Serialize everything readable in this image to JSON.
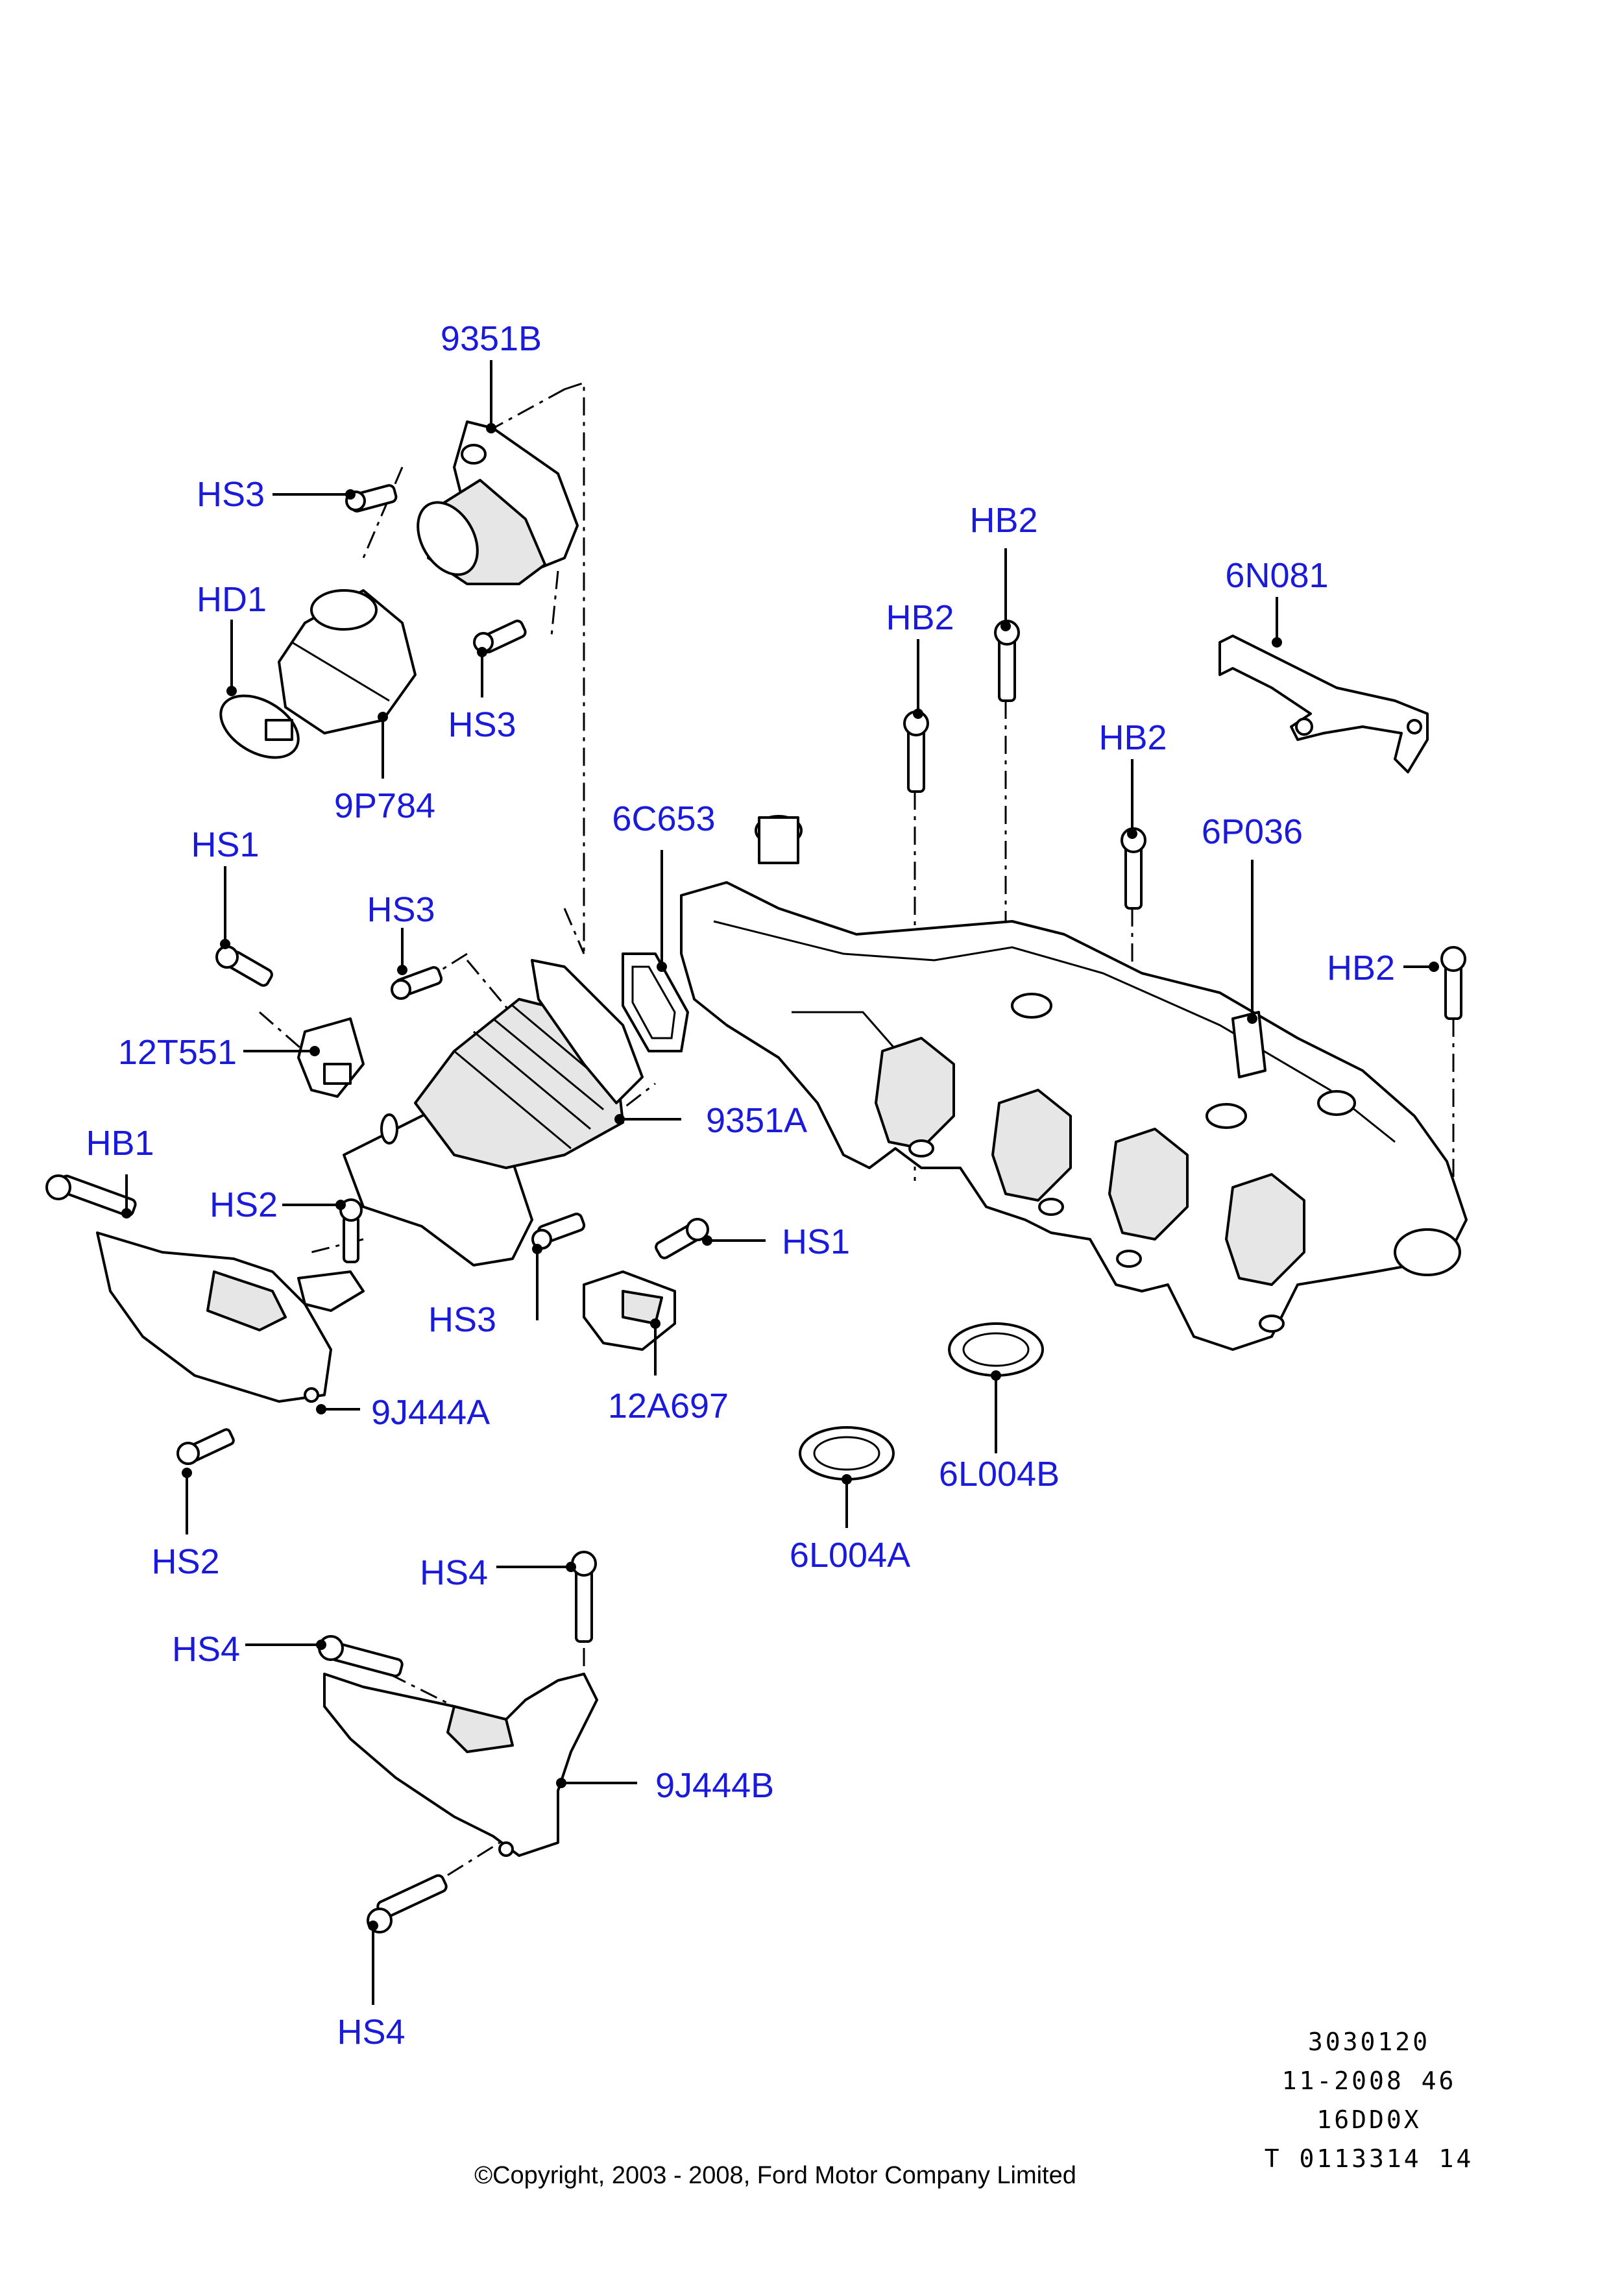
{
  "colors": {
    "callout": "#1a1adb",
    "line": "#000000",
    "background": "#ffffff"
  },
  "labels": {
    "l_9351B": "9351B",
    "l_HS3_a": "HS3",
    "l_HD1": "HD1",
    "l_HS3_b": "HS3",
    "l_9P784": "9P784",
    "l_HB2_a": "HB2",
    "l_HB2_b": "HB2",
    "l_6N081": "6N081",
    "l_HB2_c": "HB2",
    "l_6C653": "6C653",
    "l_6P036": "6P036",
    "l_HS1_a": "HS1",
    "l_HS3_c": "HS3",
    "l_HB2_d": "HB2",
    "l_12T551": "12T551",
    "l_9351A": "9351A",
    "l_HB1": "HB1",
    "l_HS2_a": "HS2",
    "l_HS1_b": "HS1",
    "l_HS3_d": "HS3",
    "l_12A697": "12A697",
    "l_9J444A": "9J444A",
    "l_6L004B": "6L004B",
    "l_6L004A": "6L004A",
    "l_HS2_b": "HS2",
    "l_HS4_a": "HS4",
    "l_HS4_b": "HS4",
    "l_9J444B": "9J444B",
    "l_HS4_c": "HS4"
  },
  "reference": [
    "3030120",
    "11-2008 46",
    "16DD0X",
    "T 0113314 14"
  ],
  "copyright": "©Copyright, 2003 - 2008, Ford Motor Company Limited"
}
